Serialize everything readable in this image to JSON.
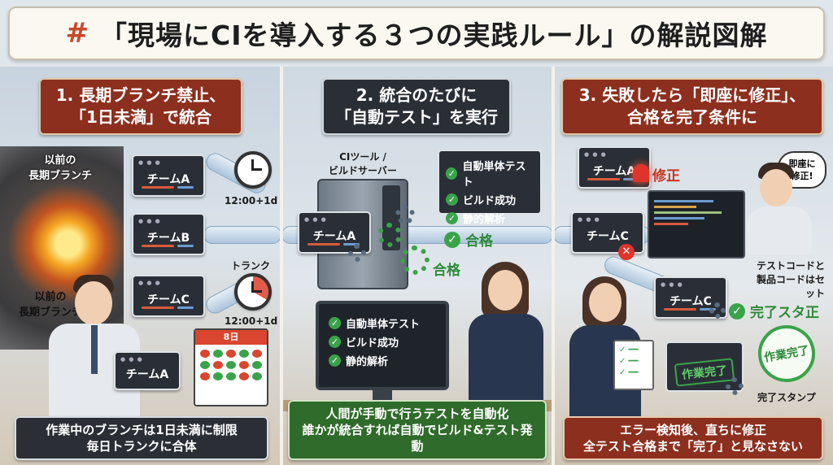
{
  "title": {
    "hash": "#",
    "text": "「現場にCIを導入する３つの実践ルール」の解説図解"
  },
  "panel1": {
    "heading_line1": "1. 長期ブランチ禁止、",
    "heading_line2": "「1日未満」で統合",
    "old_branch_top_line1": "以前の",
    "old_branch_top_line2": "長期ブランチ",
    "old_branch_bottom_line1": "以前の",
    "old_branch_bottom_line2": "長期ブランチ",
    "team_a": "チームA",
    "team_b": "チームB",
    "team_c": "チームC",
    "team_a_held": "チームA",
    "time_top": "12:00+1d",
    "time_bottom": "12:00+1d",
    "trunk_label": "トランク",
    "calendar_header": "8日",
    "caption_line1": "作業中のブランチは1日未満に制限",
    "caption_line2": "毎日トランクに合体"
  },
  "panel2": {
    "heading_line1": "2. 統合のたびに",
    "heading_line2": "「自動テスト」を実行",
    "server_label_line1": "CIツール /",
    "server_label_line2": "ビルドサーバー",
    "team_a": "チームA",
    "checks": [
      "自動単体テスト",
      "ビルド成功",
      "静的解析"
    ],
    "monitor_checks": [
      "自動単体テスト",
      "ビルド成功",
      "静的解析"
    ],
    "pass_label_1": "合格",
    "pass_label_2": "合格",
    "caption_line1": "人間が手動で行うテストを自動化",
    "caption_line2": "誰かが統合すれば自動でビルド&テスト発動"
  },
  "panel3": {
    "heading_line1": "3. 失敗したら「即座に修正」、",
    "heading_line2": "合格を完了条件に",
    "team_a": "チームA",
    "team_c_fail": "チームC",
    "team_c_fixed": "チームC",
    "fix_label": "修正",
    "speech": "即座に\n修正!",
    "test_note_line1": "テストコードと",
    "test_note_line2": "製品コードはセット",
    "done_label": "完了スタ正",
    "done_box": "作業完了",
    "stamp_text": "作業完了",
    "stamp_caption": "完了スタンプ",
    "caption_line1": "エラー検知後、直ちに修正",
    "caption_line2": "全テスト合格まで「完了」と見なさない"
  },
  "colors": {
    "accent_red": "#8c2f1e",
    "accent_green": "#2f6b2a",
    "dark": "#2b2f35",
    "pass_green": "#3aa34a"
  }
}
